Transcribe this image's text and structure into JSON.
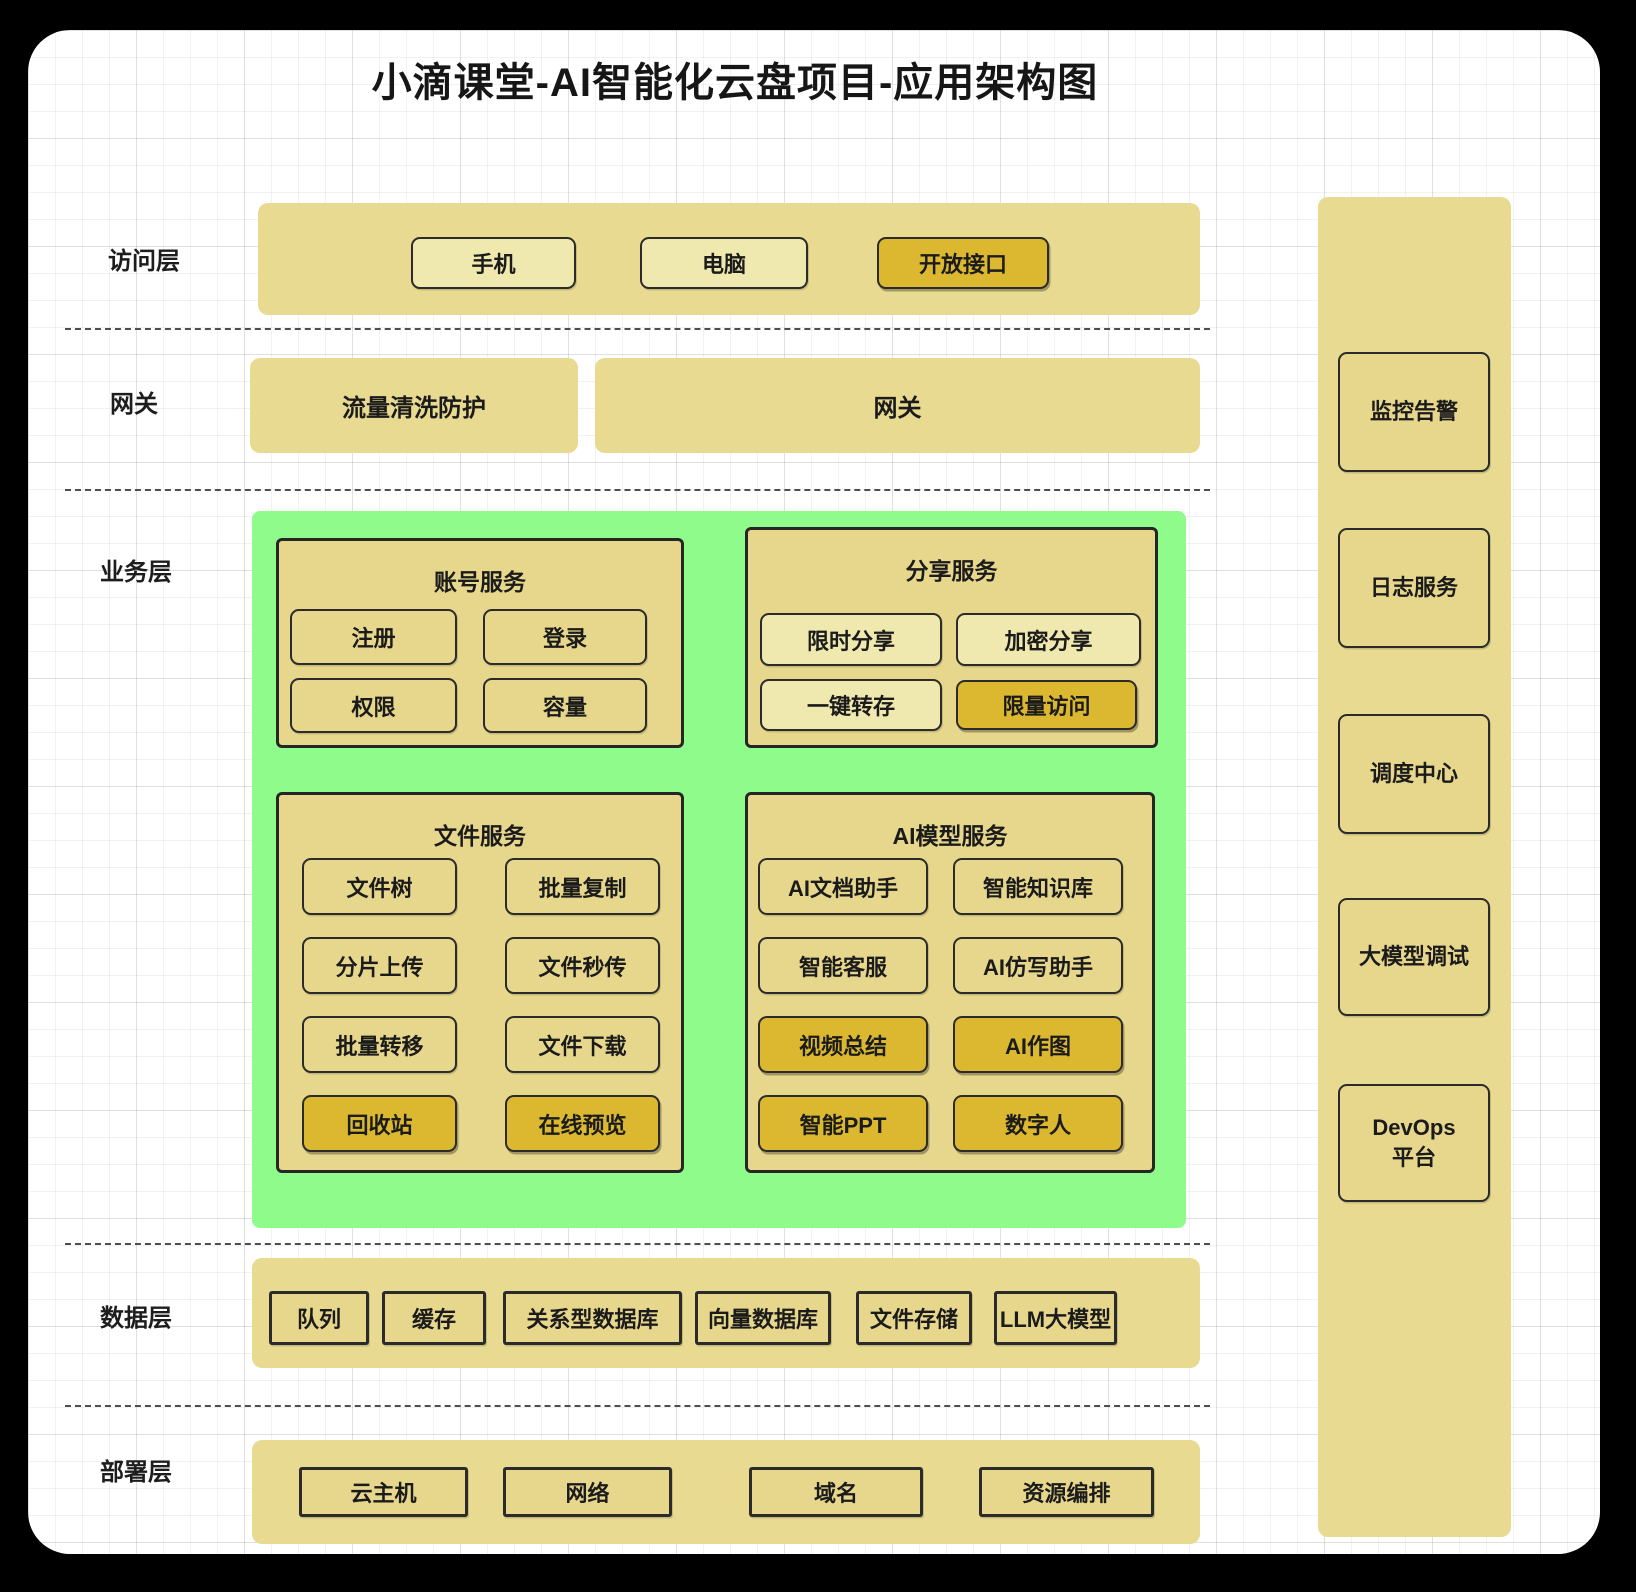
{
  "title": "小滴课堂-AI智能化云盘项目-应用架构图",
  "colors": {
    "canvas": "#ffffff",
    "band_tan": "#E8DA90",
    "panel_tan": "#E7D78C",
    "pale_box": "#F0E9AF",
    "highlight_gold": "#DBB82F",
    "business_green": "#8EFB8A",
    "border": "#2b2b2b",
    "text": "#1b1b1b"
  },
  "access_layer": {
    "label": "访问层",
    "items": [
      {
        "label": "手机"
      },
      {
        "label": "电脑"
      },
      {
        "label": "开放接口"
      }
    ]
  },
  "gateway_layer": {
    "label": "网关",
    "blocks": [
      {
        "label": "流量清洗防护"
      },
      {
        "label": "网关"
      }
    ]
  },
  "business_layer": {
    "label": "业务层",
    "panels": [
      {
        "title": "账号服务",
        "items": [
          {
            "label": "注册"
          },
          {
            "label": "登录"
          },
          {
            "label": "权限"
          },
          {
            "label": "容量"
          }
        ]
      },
      {
        "title": "分享服务",
        "items": [
          {
            "label": "限时分享"
          },
          {
            "label": "加密分享"
          },
          {
            "label": "一键转存"
          },
          {
            "label": "限量访问"
          }
        ]
      },
      {
        "title": "文件服务",
        "items": [
          {
            "label": "文件树"
          },
          {
            "label": "批量复制"
          },
          {
            "label": "分片上传"
          },
          {
            "label": "文件秒传"
          },
          {
            "label": "批量转移"
          },
          {
            "label": "文件下载"
          },
          {
            "label": "回收站"
          },
          {
            "label": "在线预览"
          }
        ]
      },
      {
        "title": "AI模型服务",
        "items": [
          {
            "label": "AI文档助手"
          },
          {
            "label": "智能知识库"
          },
          {
            "label": "智能客服"
          },
          {
            "label": "AI仿写助手"
          },
          {
            "label": "视频总结"
          },
          {
            "label": "AI作图"
          },
          {
            "label": "智能PPT"
          },
          {
            "label": "数字人"
          }
        ]
      }
    ]
  },
  "data_layer": {
    "label": "数据层",
    "items": [
      {
        "label": "队列"
      },
      {
        "label": "缓存"
      },
      {
        "label": "关系型数据库"
      },
      {
        "label": "向量数据库"
      },
      {
        "label": "文件存储"
      },
      {
        "label": "LLM大模型"
      }
    ]
  },
  "deploy_layer": {
    "label": "部署层",
    "items": [
      {
        "label": "云主机"
      },
      {
        "label": "网络"
      },
      {
        "label": "域名"
      },
      {
        "label": "资源编排"
      }
    ]
  },
  "ops_column": {
    "items": [
      {
        "label": "监控告警"
      },
      {
        "label": "日志服务"
      },
      {
        "label": "调度中心"
      },
      {
        "label": "大模型调试"
      },
      {
        "label": "DevOps\n平台"
      }
    ]
  }
}
